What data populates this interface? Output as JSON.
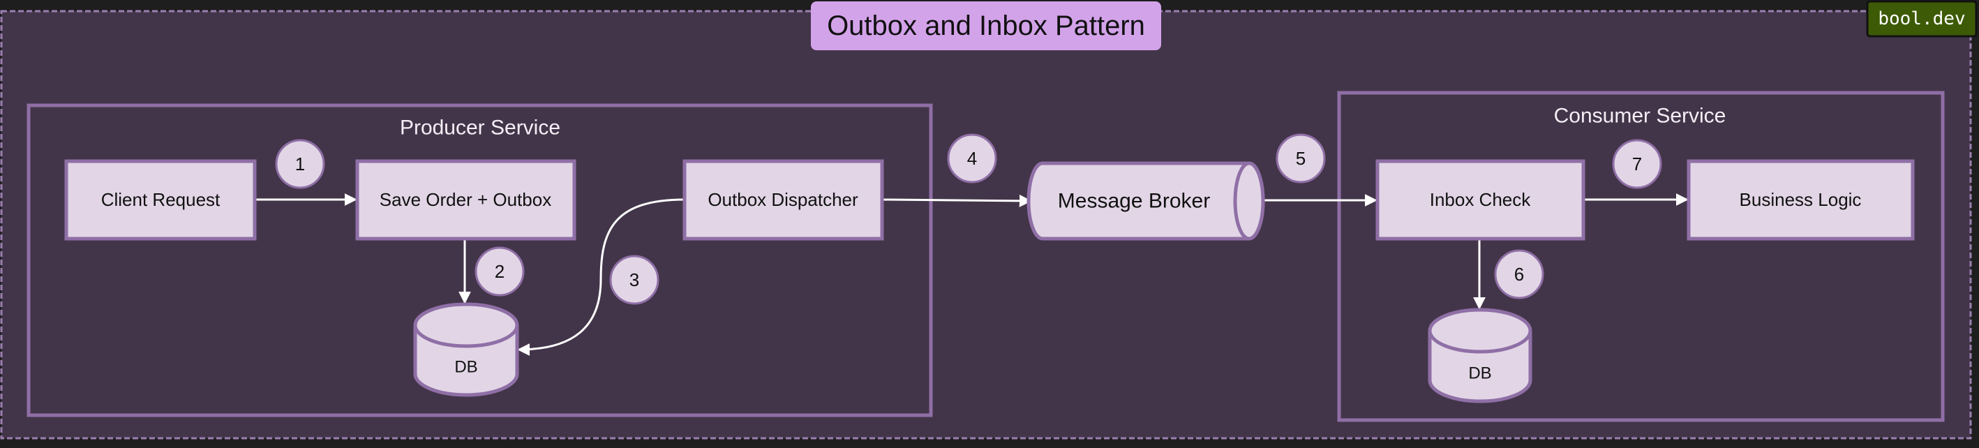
{
  "title": "Outbox and Inbox Pattern",
  "watermark": "bool.dev",
  "groups": {
    "producer": "Producer Service",
    "consumer": "Consumer Service"
  },
  "nodes": {
    "client_request": "Client Request",
    "save_order": "Save Order + Outbox",
    "outbox_dispatcher": "Outbox Dispatcher",
    "producer_db": "DB",
    "message_broker": "Message Broker",
    "inbox_check": "Inbox Check",
    "business_logic": "Business Logic",
    "consumer_db": "DB"
  },
  "steps": [
    "1",
    "2",
    "3",
    "4",
    "5",
    "6",
    "7"
  ],
  "colors": {
    "background": "#433549",
    "node_fill": "#e2d6e6",
    "node_stroke": "#8f6fa6",
    "title_fill": "#d3a3ea",
    "watermark_fill": "#3d5a06"
  }
}
